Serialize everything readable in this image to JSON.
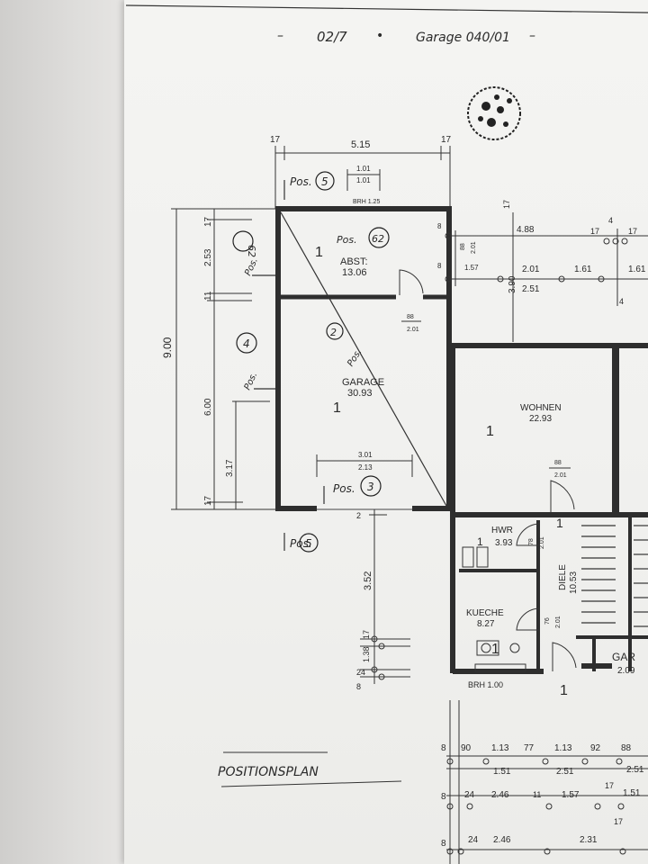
{
  "header": {
    "handwritten_note_left": "02/7",
    "handwritten_note_right": "Garage 040/01"
  },
  "footer": {
    "handwritten_title": "POSITIONSPLAN"
  },
  "rooms": {
    "abst": {
      "name": "ABST:",
      "area": "13.06",
      "pos": "1"
    },
    "garage": {
      "name": "GARAGE",
      "area": "30.93",
      "pos": "1"
    },
    "wohnen": {
      "name": "WOHNEN",
      "area": "22.93",
      "pos": "1"
    },
    "hwr": {
      "name": "HWR",
      "area": "3.93",
      "pos": "1"
    },
    "diele": {
      "name": "DIELE",
      "area": "10.53",
      "pos": "1"
    },
    "kueche": {
      "name": "KUECHE",
      "area": "8.27",
      "pos": "1"
    },
    "gar": {
      "name": "GAR",
      "area": "2.09"
    },
    "outside_pos": "1"
  },
  "positions": {
    "pos5_top": {
      "label": "Pos.",
      "num": "5"
    },
    "pos62_room": {
      "label": "Pos.",
      "num": "62"
    },
    "pos62_side": {
      "label": "Pos.",
      "num": "62"
    },
    "pos4_side": {
      "label": "Pos.",
      "num": "4"
    },
    "pos2_diag": {
      "label": "Pos.",
      "num": "2"
    },
    "pos3": {
      "label": "Pos.",
      "num": "3"
    },
    "pos5_bottom": {
      "label": "Pos.",
      "num": "5"
    }
  },
  "annotations": {
    "brh_top": "BRH 1.25",
    "brh_bottom": "BRH 1.00"
  },
  "dimensions": {
    "top_width": "5.15",
    "top_left": "17",
    "top_right": "17",
    "door_top_a": "1.01",
    "door_top_b": "1.01",
    "left_total": "9.00",
    "left_a": "17",
    "left_b": "2.53",
    "left_c": "11",
    "left_d": "6.00",
    "left_e": "3.17",
    "left_f": "17",
    "door_abst_a": "88",
    "door_abst_b": "2.01",
    "garage_door_a": "3.01",
    "garage_door_b": "2.13",
    "right_a": "4.88",
    "right_b": "17",
    "right_c": "2.01",
    "right_d": "1.61",
    "right_e": "1.61",
    "right_f": "2.51",
    "right_g": "3.90",
    "right_h": "1.57",
    "right_i": "88",
    "right_j": "2.01",
    "right_k": "8",
    "right_l": "8",
    "right_m": "17",
    "right_n": "4",
    "right_o": "4",
    "right_p": "17",
    "wohnen_door_a": "88",
    "wohnen_door_b": "2.01",
    "hwr_door_a": "78",
    "hwr_door_b": "2.01",
    "kueche_door_a": "76",
    "kueche_door_b": "2.01",
    "below_a": "3.52",
    "below_b": "17",
    "below_c": "1.38",
    "below_d": "24",
    "below_e": "8",
    "below_f": "2",
    "row1": [
      "8",
      "90",
      "1.13",
      "77",
      "1.13",
      "92",
      "88"
    ],
    "row2": [
      "1.51",
      "2.51",
      "2.51"
    ],
    "row3": [
      "8",
      "24",
      "2.46",
      "11",
      "1.57",
      "17",
      "1.51"
    ],
    "row4": [
      "8",
      "24",
      "2.46",
      "2.31",
      "17"
    ]
  }
}
